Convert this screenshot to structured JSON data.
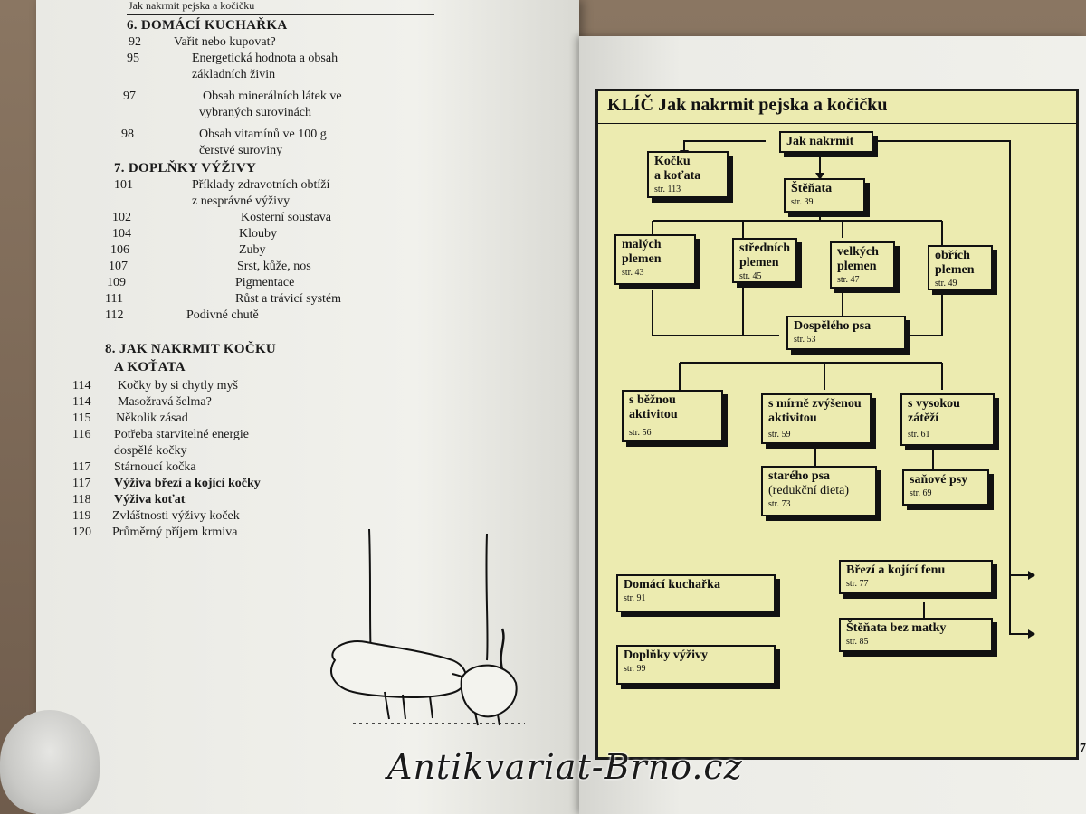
{
  "left_page": {
    "running_head": "Jak nakrmit pejska a kočičku",
    "sections": [
      {
        "title": "6. DOMÁCÍ KUCHAŘKA",
        "entries": [
          {
            "num": "92",
            "text": "Vařit nebo kupovat?"
          },
          {
            "num": "95",
            "text": "Energetická hodnota a obsah"
          },
          {
            "num": "",
            "text": "základních živin"
          },
          {
            "num": "97",
            "text": "Obsah minerálních látek ve"
          },
          {
            "num": "",
            "text": "vybraných surovinách"
          },
          {
            "num": "98",
            "text": "Obsah vitamínů ve 100 g"
          },
          {
            "num": "",
            "text": "čerstvé suroviny"
          }
        ]
      },
      {
        "title": "7. DOPLŇKY VÝŽIVY",
        "entries": [
          {
            "num": "101",
            "text": "Příklady zdravotních obtíží"
          },
          {
            "num": "",
            "text": "z nesprávné výživy"
          },
          {
            "num": "102",
            "text": "Kosterní soustava"
          },
          {
            "num": "104",
            "text": "Klouby"
          },
          {
            "num": "106",
            "text": "Zuby"
          },
          {
            "num": "107",
            "text": "Srst, kůže, nos"
          },
          {
            "num": "109",
            "text": "Pigmentace"
          },
          {
            "num": "111",
            "text": "Růst a trávicí systém"
          },
          {
            "num": "112",
            "text": "Podivné chutě"
          }
        ]
      },
      {
        "title": "8. JAK NAKRMIT KOČKU",
        "title2": "A KOŤATA",
        "entries": [
          {
            "num": "114",
            "text": "Kočky by si chytly myš"
          },
          {
            "num": "114",
            "text": "Masožravá šelma?"
          },
          {
            "num": "115",
            "text": "Několik zásad"
          },
          {
            "num": "116",
            "text": "Potřeba starvitelné energie"
          },
          {
            "num": "",
            "text": "dospělé kočky"
          },
          {
            "num": "117",
            "text": "Stárnoucí kočka"
          },
          {
            "num": "117",
            "text": "Výživa březí a kojící kočky"
          },
          {
            "num": "118",
            "text": "Výživa koťat"
          },
          {
            "num": "119",
            "text": "Zvláštnosti výživy koček"
          },
          {
            "num": "120",
            "text": "Průměrný příjem krmiva"
          }
        ]
      }
    ]
  },
  "key": {
    "title": "KLÍČ  Jak nakrmit pejska a kočičku",
    "nodes": {
      "root": {
        "label": "Jak nakrmit"
      },
      "cats": {
        "label": "Kočku",
        "label2": "a koťata",
        "page": "str. 113"
      },
      "puppies": {
        "label": "Štěňata",
        "page": "str. 39"
      },
      "small": {
        "label": "malých",
        "label2": "plemen",
        "page": "str. 43"
      },
      "medium": {
        "label": "středních",
        "label2": "plemen",
        "page": "str. 45"
      },
      "large": {
        "label": "velkých",
        "label2": "plemen",
        "page": "str. 47"
      },
      "giant": {
        "label": "obřích",
        "label2": "plemen",
        "page": "str. 49"
      },
      "adult": {
        "label": "Dospělého psa",
        "page": "str. 53"
      },
      "normal": {
        "label": "s běžnou",
        "label2": "aktivitou",
        "page": "str. 56"
      },
      "raised": {
        "label": "s mírně zvýšenou",
        "label2": "aktivitou",
        "page": "str. 59"
      },
      "high": {
        "label": "s vysokou",
        "label2": "zátěží",
        "page": "str. 61"
      },
      "old": {
        "label": "starého psa",
        "label2": "(redukční dieta)",
        "page": "str. 73"
      },
      "sled": {
        "label": "saňové psy",
        "page": "str. 69"
      },
      "pregnant": {
        "label": "Březí a kojící fenu",
        "page": "str. 77"
      },
      "orphans": {
        "label": "Štěňata bez matky",
        "page": "str. 85"
      },
      "kitchen": {
        "label": "Domácí kuchařka",
        "page": "str. 91"
      },
      "supplements": {
        "label": "Doplňky výživy",
        "page": "str. 99"
      }
    }
  },
  "right_page_number": "7",
  "watermark": "Antikvariat-Brno.cz"
}
